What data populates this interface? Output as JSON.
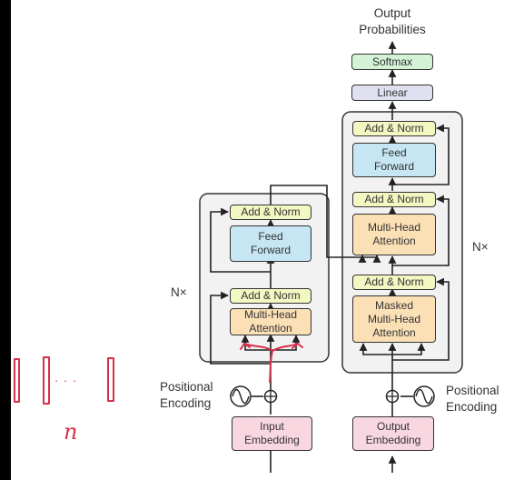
{
  "output_title": {
    "line1": "Output",
    "line2": "Probabilities"
  },
  "blocks": {
    "softmax": "Softmax",
    "linear": "Linear",
    "add_norm": "Add & Norm",
    "feed_forward": {
      "line1": "Feed",
      "line2": "Forward"
    },
    "multi_head_attention": {
      "line1": "Multi-Head",
      "line2": "Attention"
    },
    "masked_multi_head_attention": {
      "line1": "Masked",
      "line2": "Multi-Head",
      "line3": "Attention"
    },
    "input_embedding": {
      "line1": "Input",
      "line2": "Embedding"
    },
    "output_embedding": {
      "line1": "Output",
      "line2": "Embedding"
    }
  },
  "positional_encoding": {
    "line1": "Positional",
    "line2": "Encoding"
  },
  "repeat_label": "N×",
  "annotation": {
    "letter": "n",
    "dots": "· · ·"
  },
  "colors": {
    "add_norm": "#f3f7c2",
    "attention": "#fbe0b6",
    "feed_forward": "#c6e6f3",
    "embedding": "#f8d7e1",
    "softmax": "#d4f2d6",
    "linear": "#dfe1f0",
    "stack_background": "#f2f2f2",
    "ink_annotation": "#d9304a"
  }
}
